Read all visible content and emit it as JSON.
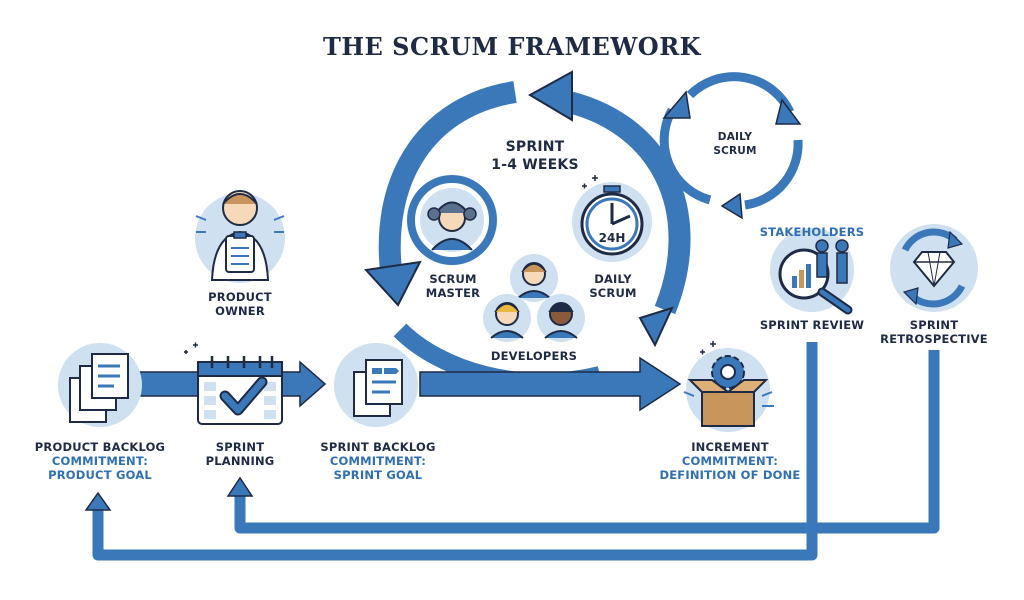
{
  "title": "THE SCRUM FRAMEWORK",
  "sprint": {
    "line1": "SPRINT",
    "line2": "1-4 WEEKS"
  },
  "daily_scrum_loop": {
    "line1": "DAILY",
    "line2": "SCRUM"
  },
  "daily_scrum_clock": {
    "line1": "DAILY",
    "line2": "SCRUM",
    "clock_text": "24H"
  },
  "scrum_master": {
    "line1": "SCRUM",
    "line2": "MASTER"
  },
  "developers": "DEVELOPERS",
  "product_owner": {
    "line1": "PRODUCT",
    "line2": "OWNER"
  },
  "product_backlog": {
    "line1": "PRODUCT BACKLOG",
    "line2": "COMMITMENT:",
    "line3": "PRODUCT GOAL"
  },
  "sprint_planning": {
    "line1": "SPRINT",
    "line2": "PLANNING"
  },
  "sprint_backlog": {
    "line1": "SPRINT BACKLOG",
    "line2": "COMMITMENT:",
    "line3": "SPRINT GOAL"
  },
  "increment": {
    "line1": "INCREMENT",
    "line2": "COMMITMENT:",
    "line3": "DEFINITION OF DONE"
  },
  "stakeholders": "STAKEHOLDERS",
  "sprint_review": "SPRINT REVIEW",
  "sprint_retrospective": {
    "line1": "SPRINT",
    "line2": "RETROSPECTIVE"
  },
  "colors": {
    "navy": "#1f2a44",
    "blue": "#3a78b9",
    "light_blue": "#cfe0f0",
    "accent": "#2f6fb3",
    "skin": "#f6d9b8",
    "box": "#c8955c"
  }
}
